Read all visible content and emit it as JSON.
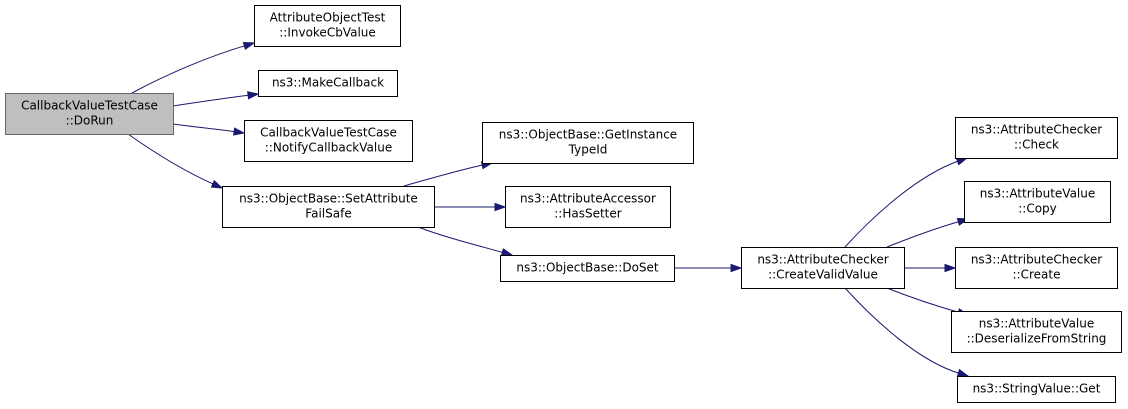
{
  "graph": {
    "colors": {
      "edge": "#191970",
      "root_fill": "#bfbfbf",
      "root_border": "#666666",
      "node_fill": "#ffffff",
      "node_border": "#000000"
    },
    "nodes": [
      {
        "id": "root",
        "lines": [
          "CallbackValueTestCase",
          "::DoRun"
        ],
        "root": true
      },
      {
        "id": "invokecb",
        "lines": [
          "AttributeObjectTest",
          "::InvokeCbValue"
        ]
      },
      {
        "id": "makecallback",
        "lines": [
          "ns3::MakeCallback"
        ]
      },
      {
        "id": "notifycb",
        "lines": [
          "CallbackValueTestCase",
          "::NotifyCallbackValue"
        ]
      },
      {
        "id": "setattr",
        "lines": [
          "ns3::ObjectBase::SetAttribute",
          "FailSafe"
        ]
      },
      {
        "id": "getinstance",
        "lines": [
          "ns3::ObjectBase::GetInstance",
          "TypeId"
        ]
      },
      {
        "id": "hassetter",
        "lines": [
          "ns3::AttributeAccessor",
          "::HasSetter"
        ]
      },
      {
        "id": "doset",
        "lines": [
          "ns3::ObjectBase::DoSet"
        ]
      },
      {
        "id": "createvalid",
        "lines": [
          "ns3::AttributeChecker",
          "::CreateValidValue"
        ]
      },
      {
        "id": "check",
        "lines": [
          "ns3::AttributeChecker",
          "::Check"
        ]
      },
      {
        "id": "copy",
        "lines": [
          "ns3::AttributeValue",
          "::Copy"
        ]
      },
      {
        "id": "create",
        "lines": [
          "ns3::AttributeChecker",
          "::Create"
        ]
      },
      {
        "id": "deserialize",
        "lines": [
          "ns3::AttributeValue",
          "::DeserializeFromString"
        ]
      },
      {
        "id": "stringget",
        "lines": [
          "ns3::StringValue::Get"
        ]
      }
    ],
    "edges": [
      {
        "from": "root",
        "to": "invokecb"
      },
      {
        "from": "root",
        "to": "makecallback"
      },
      {
        "from": "root",
        "to": "notifycb"
      },
      {
        "from": "root",
        "to": "setattr"
      },
      {
        "from": "setattr",
        "to": "getinstance"
      },
      {
        "from": "setattr",
        "to": "hassetter"
      },
      {
        "from": "setattr",
        "to": "doset"
      },
      {
        "from": "doset",
        "to": "createvalid"
      },
      {
        "from": "createvalid",
        "to": "check"
      },
      {
        "from": "createvalid",
        "to": "copy"
      },
      {
        "from": "createvalid",
        "to": "create"
      },
      {
        "from": "createvalid",
        "to": "deserialize"
      },
      {
        "from": "createvalid",
        "to": "stringget"
      }
    ]
  }
}
